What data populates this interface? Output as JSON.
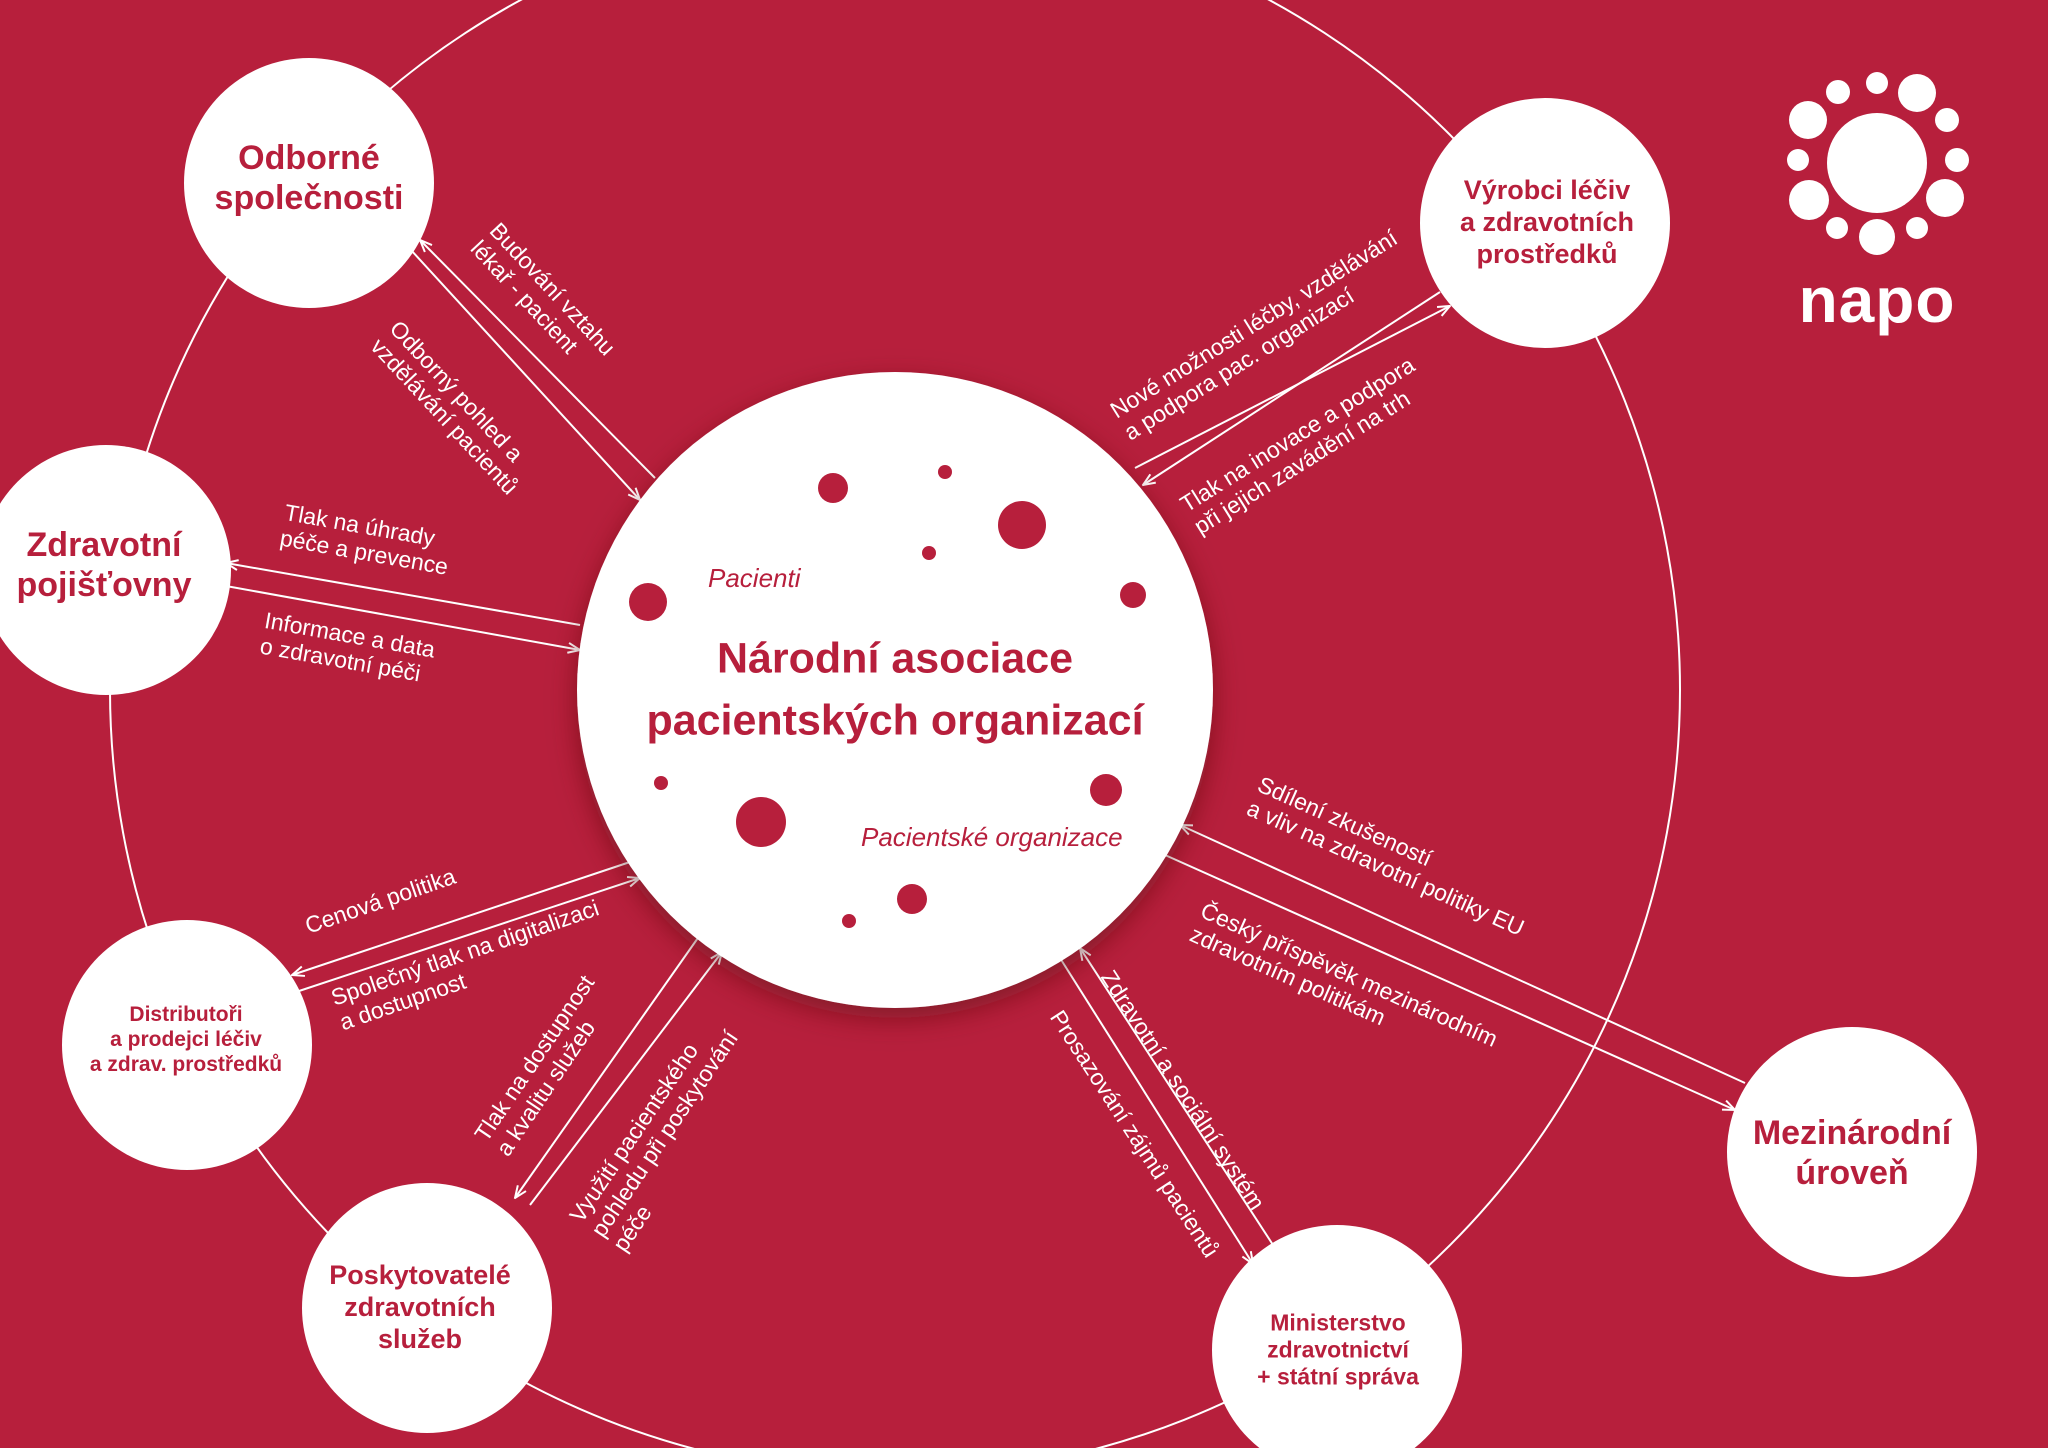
{
  "colors": {
    "background": "#B71F3C",
    "node_fill": "#ffffff",
    "node_text": "#B71F3C",
    "line": "#ffffff"
  },
  "brand": {
    "name": "napo",
    "logo_icon": "sun-dots-icon"
  },
  "center": {
    "title": "Národní asociace\npacientských organizací",
    "tag_patients": "Pacienti",
    "tag_orgs": "Pacientské organizace"
  },
  "nodes": {
    "odborne": "Odborné\nspolečnosti",
    "vyrobci": "Výrobci léčiv\na zdravotních\nprostředků",
    "pojistovny": "Zdravotní\npojišťovny",
    "distributori": "Distributoři\na prodejci léčiv\na zdrav. prostředků",
    "poskytovatele": "Poskytovatelé\nzdravotních\nslužeb",
    "ministerstvo": "Ministerstvo\nzdravotnictví\n+ státní správa",
    "mezinarodni": "Mezinárodní\núroveň"
  },
  "relations": {
    "odborne_in": "Budování vztahu\nlékař - pacient",
    "odborne_out": "Odborný pohled a\nvzdělávání pacientů",
    "vyrobci_in": "Nové možnosti léčby, vzdělávání\na podpora pac. organizací",
    "vyrobci_out": "Tlak na inovace a podpora\npři jejich zavádění na trh",
    "pojistovny_out": "Tlak na úhrady\npéče a prevence",
    "pojistovny_in": "Informace a data\no zdravotní péči",
    "distributori_out": "Cenová politika",
    "distributori_in": "Společný tlak na digitalizaci\na dostupnost",
    "poskytovatele_out": "Tlak na dostupnost\na kvalitu služeb",
    "poskytovatele_in": "Využití pacientského\npohledu při poskytování\npéče",
    "ministerstvo_in": "Zdravotní a sociální systém",
    "ministerstvo_out": "Prosazování zájmů pacientů",
    "mezinarodni_in": "Sdílení zkušeností\na vliv na zdravotní politiky EU",
    "mezinarodni_out": "Český příspěvěk mezinárodním\nzdravotním politikám"
  }
}
